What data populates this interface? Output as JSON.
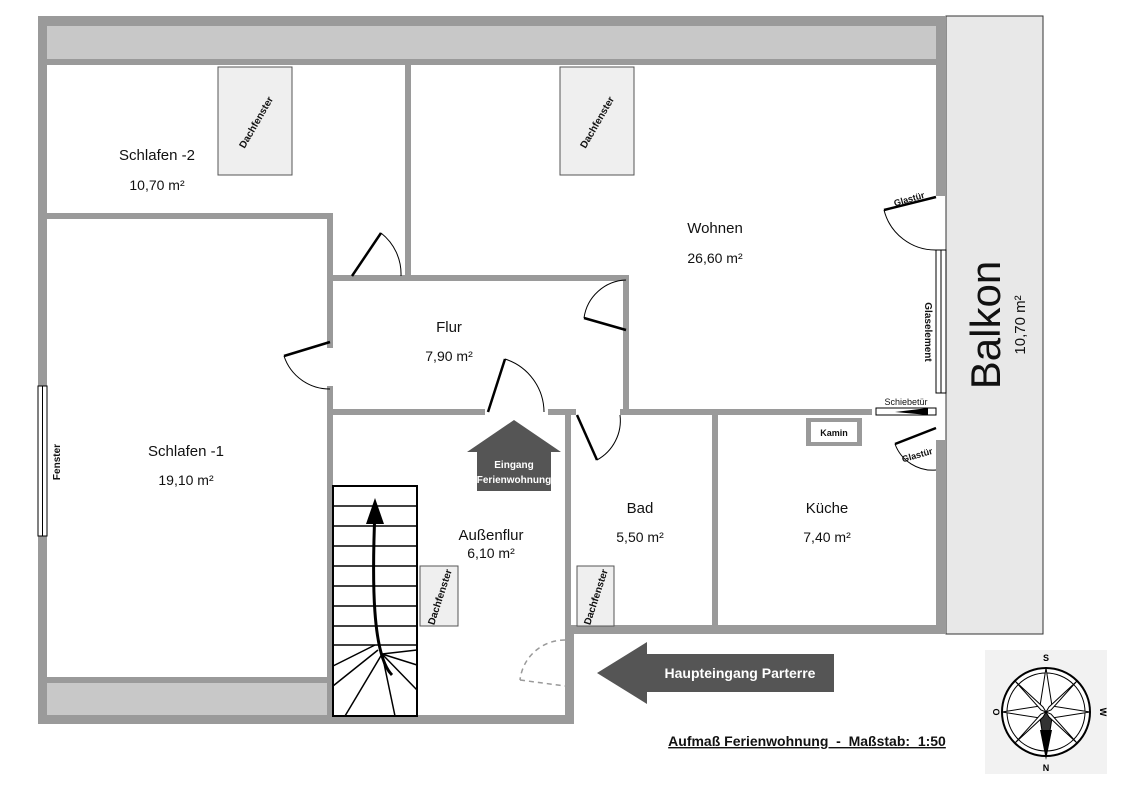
{
  "rooms": {
    "schlafen2": {
      "name": "Schlafen -2",
      "area": "10,70 m²"
    },
    "wohnen": {
      "name": "Wohnen",
      "area": "26,60 m²"
    },
    "flur": {
      "name": "Flur",
      "area": "7,90 m²"
    },
    "schlafen1": {
      "name": "Schlafen -1",
      "area": "19,10 m²"
    },
    "aussenflur": {
      "name": "Außenflur",
      "area": "6,10 m²"
    },
    "bad": {
      "name": "Bad",
      "area": "5,50 m²"
    },
    "kueche": {
      "name": "Küche",
      "area": "7,40 m²"
    },
    "balkon": {
      "name": "Balkon",
      "area": "10,70 m²"
    }
  },
  "labels": {
    "dachfenster": "Dachfenster",
    "fenster": "Fenster",
    "glastuer": "Glastür",
    "glaselement": "Glaselement",
    "schiebetuer": "Schiebetür",
    "kamin": "Kamin",
    "eingang_line1": "Eingang",
    "eingang_line2": "Ferienwohnung",
    "haupteingang": "Haupteingang Parterre",
    "caption": "Aufmaß Ferienwohnung  -  Maßstab:  1:50"
  },
  "compass": {
    "north": "N",
    "south": "S",
    "east": "W",
    "west": "O"
  },
  "colors": {
    "wall": "#9a9a9a",
    "roof_strip": "#c8c8c8",
    "balcony": "#e8e8e8",
    "arrow": "#555555",
    "line": "#000000"
  }
}
